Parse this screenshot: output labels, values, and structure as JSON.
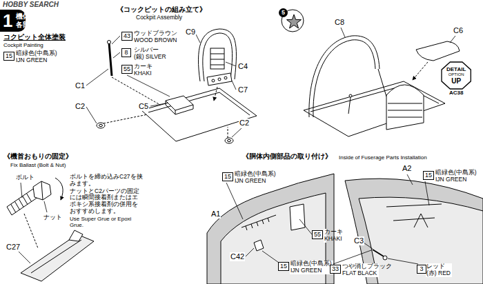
{
  "diagram": {
    "nodes": [
      {
        "text": [
          "1",
          "機体内部 各部の組み立て"
        ]
      },
      {
        "text": [
          "15"
        ]
      },
      {
        "text": [
          "43"
        ]
      },
      {
        "text": [
          "8"
        ]
      },
      {
        "text": [
          "55"
        ]
      },
      {
        "text": [
          "5"
        ]
      },
      {
        "text": [
          "DETAIL",
          "OPTION",
          "UP",
          "AC38"
        ]
      },
      {
        "text": [
          "15"
        ]
      },
      {
        "text": [
          "55"
        ]
      },
      {
        "text": [
          "15"
        ]
      },
      {
        "text": [
          "15"
        ]
      },
      {
        "text": [
          "33"
        ]
      },
      {
        "text": [
          "3"
        ]
      }
    ],
    "labels": [
      "HOBBY SEARCH",
      "《コックピットの組み立て》",
      "Cockpit Assembly",
      "コクピット全体塗装",
      "Cockpit Painting",
      "暗緑色(中島系) IJN GREEN",
      "ウッドブラウン WOOD BROWN",
      "シルバー(銀) SILVER",
      "カーキ KHAKI",
      "C1",
      "C2",
      "C5",
      "C2",
      "C9",
      "C4",
      "C7",
      "C8",
      "C6",
      "《機首おもりの固定》",
      "Fix Ballast (Bolt & Nut)",
      "ボルト",
      "ナット",
      "ボルトを締め込みC27を挟みます。",
      "ナットとC2パーツの固定には瞬間接着剤またはエポキシ系接着剤の併用をおすすめします。",
      "Use Super Grue or Epoxi Grue.",
      "C27",
      "《胴体内側部品の取り付け》",
      "Inside of Fuserage Parts Installation",
      "暗緑色(中島系) IJN GREEN",
      "A1",
      "カーキ KHAKI",
      "C42",
      "暗緑色(中島系) IJN GREEN",
      "A2",
      "暗緑色(中島系) IJN GREEN",
      "C3",
      "つや消しブラック FLAT BLACK",
      "レッド(赤) RED"
    ]
  }
}
